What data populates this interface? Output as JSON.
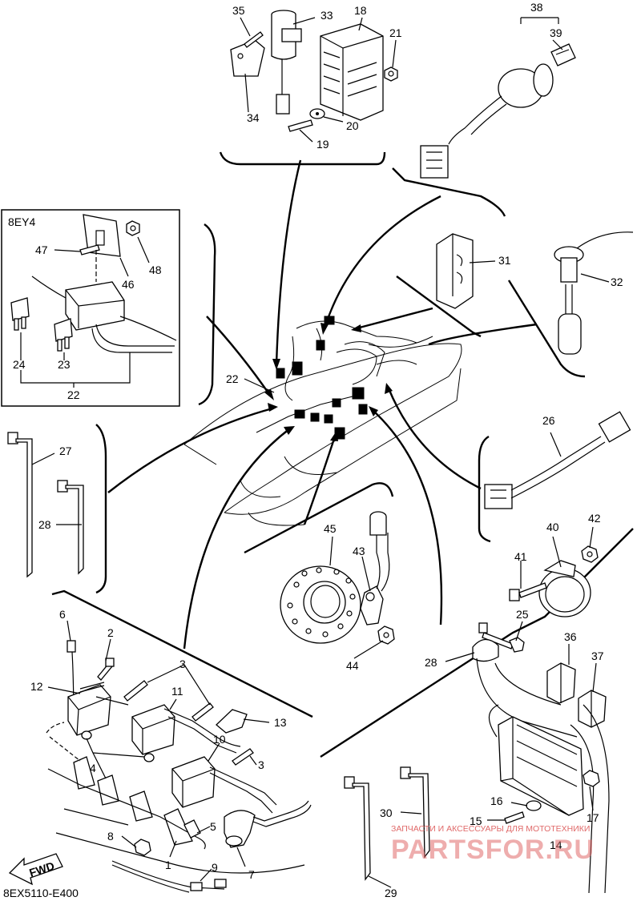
{
  "diagram": {
    "code": "8EX5110-E400",
    "variant_box_label": "8EY4",
    "direction_label": "FWD",
    "watermark": {
      "line1": "ЗАПЧАСТИ И АКСЕССУАРЫ ДЛЯ МОТОТЕХНИКИ",
      "line2": "PARTSFOR.RU"
    }
  },
  "callouts": {
    "c1": "1",
    "c2": "2",
    "c3a": "3",
    "c3b": "3",
    "c4": "4",
    "c5": "5",
    "c6": "6",
    "c7": "7",
    "c8": "8",
    "c9": "9",
    "c10": "10",
    "c11": "11",
    "c12": "12",
    "c13": "13",
    "c14": "14",
    "c15": "15",
    "c16": "16",
    "c17": "17",
    "c18": "18",
    "c19": "19",
    "c20": "20",
    "c21": "21",
    "c22a": "22",
    "c22b": "22",
    "c23": "23",
    "c24": "24",
    "c25": "25",
    "c26": "26",
    "c27": "27",
    "c28a": "28",
    "c28b": "28",
    "c29": "29",
    "c30": "30",
    "c31": "31",
    "c32": "32",
    "c33": "33",
    "c34": "34",
    "c35": "35",
    "c36": "36",
    "c37": "37",
    "c38": "38",
    "c39": "39",
    "c40": "40",
    "c41": "41",
    "c42": "42",
    "c43": "43",
    "c44": "44",
    "c45": "45",
    "c46": "46",
    "c47": "47",
    "c48": "48"
  }
}
